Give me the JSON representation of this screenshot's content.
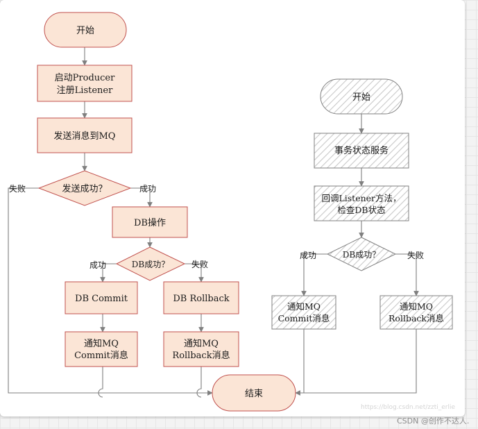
{
  "colors": {
    "fill": "#fbe5d6",
    "stroke": "#c0504d",
    "line": "#7f7f7f",
    "hatch": "#c9c9c9",
    "hatch_bg": "#ffffff",
    "text": "#1a1a1a"
  },
  "left_flow": {
    "start": "开始",
    "start_producer": [
      "启动Producer",
      "注册Listener"
    ],
    "send": "发送消息到MQ",
    "send_decision": "发送成功？",
    "send_fail": "失败",
    "send_success": "成功",
    "db_op": "DB操作",
    "db_decision": "DB成功？",
    "db_success": "成功",
    "db_fail": "失败",
    "db_commit": "DB Commit",
    "db_rollback": "DB Rollback",
    "notify_commit": [
      "通知MQ",
      "Commit消息"
    ],
    "notify_rollback": [
      "通知MQ",
      "Rollback消息"
    ],
    "end": "结束"
  },
  "right_flow": {
    "start": "开始",
    "tx_service": "事务状态服务",
    "callback": [
      "回调Listener方法，",
      "检查DB状态"
    ],
    "db_decision": "DB成功？",
    "success": "成功",
    "fail": "失败",
    "notify_commit": [
      "通知MQ",
      "Commit消息"
    ],
    "notify_rollback": [
      "通知MQ",
      "Rollback消息"
    ]
  },
  "watermark": {
    "url": "https://blog.csdn.net/zzti_erlie",
    "credit": "CSDN @创作不达人."
  }
}
